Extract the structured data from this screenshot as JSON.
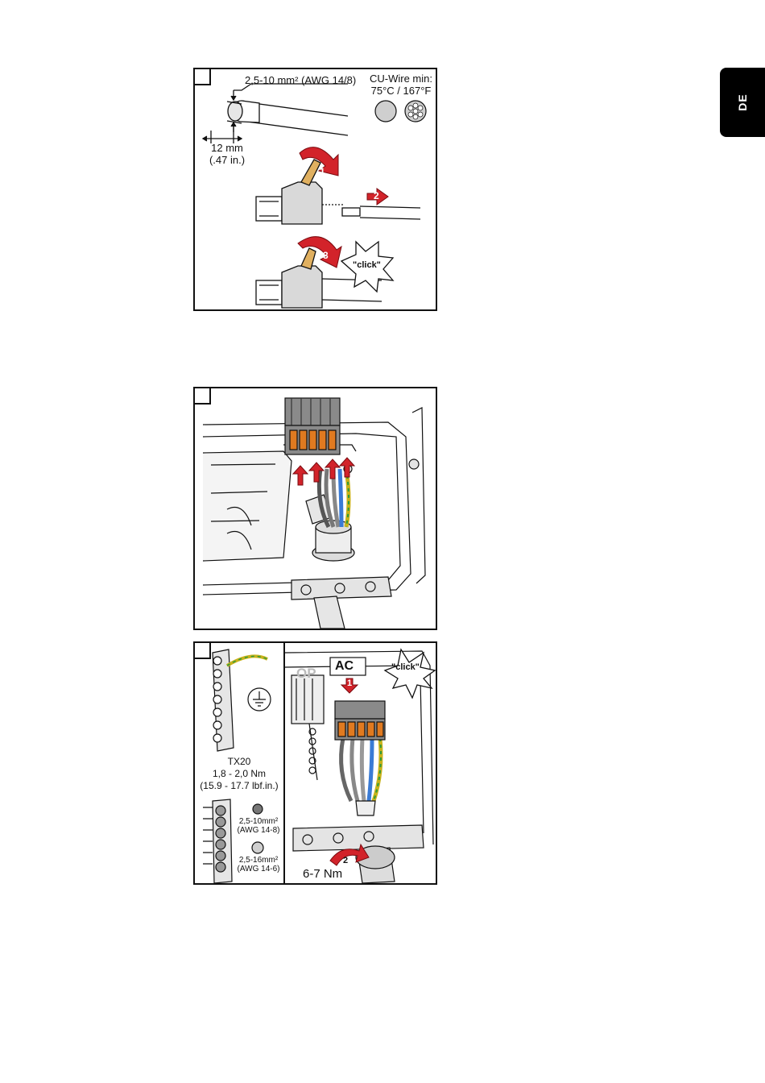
{
  "language_tab": "DE",
  "panel1": {
    "wire_size": "2,5-10 mm² (AWG 14/8)",
    "cu_wire_line1": "CU-Wire min:",
    "cu_wire_line2": "75°C / 167°F",
    "strip_length_mm": "12 mm",
    "strip_length_in": "(.47 in.)",
    "step1": "1",
    "step2": "2",
    "step3": "3",
    "click_label": "\"click\""
  },
  "panel3": {
    "left": {
      "tool": "TX20",
      "torque": "1,8 - 2,0 Nm",
      "torque_imperial": "(15.9 - 17.7 lbf.in.)",
      "wire_a_size": "2,5-10mm²",
      "wire_a_awg": "(AWG 14-8)",
      "wire_b_size": "2,5-16mm²",
      "wire_b_awg": "(AWG 14-6)"
    },
    "right": {
      "op_label": "OP",
      "ac_label": "AC",
      "click_label": "\"click\"",
      "step1": "1",
      "step2": "2",
      "torque": "6-7 Nm"
    }
  }
}
